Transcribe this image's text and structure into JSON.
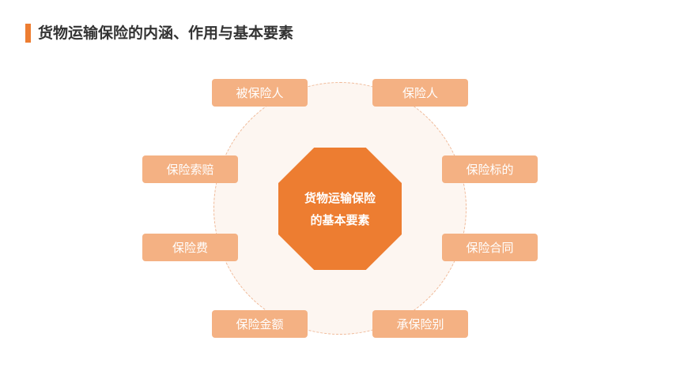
{
  "title": "货物运输保险的内涵、作用与基本要素",
  "center": {
    "line1": "货物运输保险",
    "line2": "的基本要素"
  },
  "elements": [
    "被保险人",
    "保险人",
    "保险索赔",
    "保险标的",
    "保险费",
    "保险合同",
    "保险金额",
    "承保险别"
  ],
  "colors": {
    "accent": "#ED7D31",
    "node": "#F4B183",
    "ring": "#FDF6F1"
  }
}
